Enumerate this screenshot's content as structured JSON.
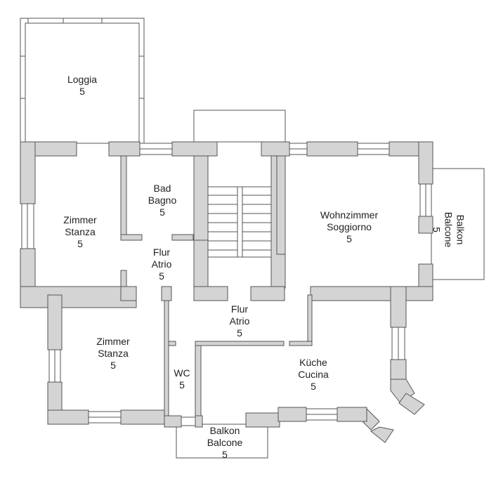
{
  "rooms": {
    "loggia": {
      "name": "Loggia",
      "area": "5"
    },
    "bad": {
      "name_de": "Bad",
      "name_it": "Bagno",
      "area": "5"
    },
    "zimmer1": {
      "name_de": "Zimmer",
      "name_it": "Stanza",
      "area": "5"
    },
    "flur1": {
      "name_de": "Flur",
      "name_it": "Atrio",
      "area": "5"
    },
    "wohnzimmer": {
      "name_de": "Wohnzimmer",
      "name_it": "Soggiorno",
      "area": "5"
    },
    "balkon_right": {
      "name_de": "Balkon",
      "name_it": "Balcone",
      "area": "5"
    },
    "flur2": {
      "name_de": "Flur",
      "name_it": "Atrio",
      "area": "5"
    },
    "zimmer2": {
      "name_de": "Zimmer",
      "name_it": "Stanza",
      "area": "5"
    },
    "wc": {
      "name": "WC",
      "area": "5"
    },
    "kueche": {
      "name_de": "Küche",
      "name_it": "Cucina",
      "area": "5"
    },
    "balkon_bottom": {
      "name_de": "Balkon",
      "name_it": "Balcone",
      "area": "5"
    }
  },
  "colors": {
    "wall_fill": "#d4d4d4",
    "line": "#555555",
    "background": "#ffffff"
  }
}
